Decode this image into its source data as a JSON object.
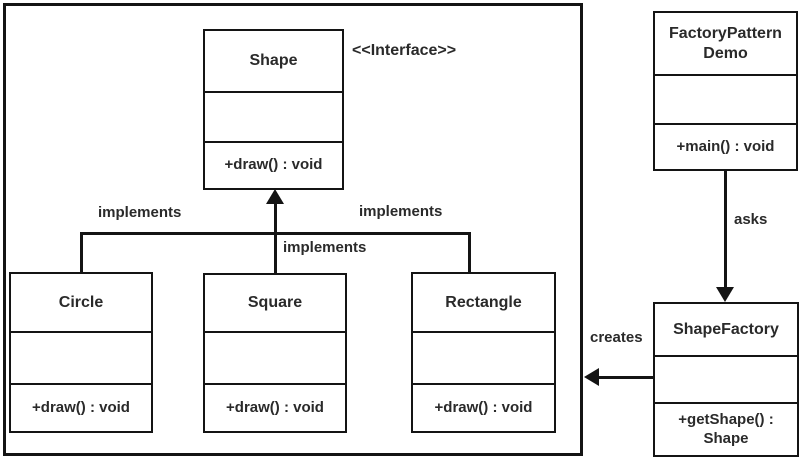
{
  "colors": {
    "line": "#141414",
    "text": "#2a2a2a",
    "background": "#ffffff"
  },
  "stereotype_label": "<<Interface>>",
  "boxes": {
    "shape": {
      "name": "Shape",
      "method": "+draw() : void"
    },
    "circle": {
      "name": "Circle",
      "method": "+draw() : void"
    },
    "square": {
      "name": "Square",
      "method": "+draw() : void"
    },
    "rectangle": {
      "name": "Rectangle",
      "method": "+draw() : void"
    },
    "demo": {
      "name_line1": "FactoryPattern",
      "name_line2": "Demo",
      "method": "+main() : void"
    },
    "factory": {
      "name": "ShapeFactory",
      "method_line1": "+getShape() :",
      "method_line2": "Shape"
    }
  },
  "edge_labels": {
    "implements_left": "implements",
    "implements_center": "implements",
    "implements_right": "implements",
    "asks": "asks",
    "creates": "creates"
  }
}
